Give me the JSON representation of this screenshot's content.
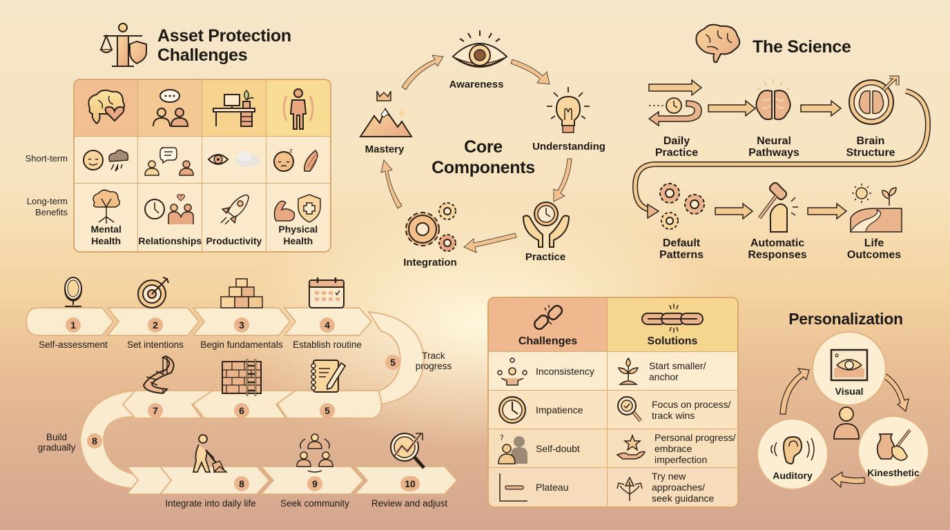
{
  "asset_protection": {
    "title_line1": "Asset Protection",
    "title_line2": "Challenges",
    "title_icon": "balance-shield-person-icon",
    "row_labels": {
      "short_term": "Short-term",
      "long_term_1": "Long-term",
      "long_term_2": "Benefits"
    },
    "columns": [
      {
        "header_icon": "brain-heart-icon",
        "short_term_icons": [
          "calm-face-icon",
          "storm-cloud-icon"
        ],
        "long_term_icon": "tree-roots-icon",
        "label_line1": "Mental",
        "label_line2": "Health"
      },
      {
        "header_icon": "two-people-thought-bubble-icon",
        "short_term_icons": [
          "people-chat-icon"
        ],
        "long_term_icon": "clock-couple-icon",
        "label_line1": "Relationships",
        "label_line2": ""
      },
      {
        "header_icon": "desk-computer-icon",
        "short_term_icons": [
          "eye-icon",
          "fog-cloud-icon"
        ],
        "long_term_icon": "rocket-icon",
        "label_line1": "Productivity",
        "label_line2": ""
      },
      {
        "header_icon": "person-aura-icon",
        "short_term_icons": [
          "sleepy-face-icon",
          "muscle-fiber-icon"
        ],
        "long_term_icon": "arm-shield-icon",
        "label_line1": "Physical",
        "label_line2": "Health"
      }
    ]
  },
  "core_components": {
    "title_line1": "Core",
    "title_line2": "Components",
    "nodes": [
      {
        "label": "Awareness",
        "icon": "eye-icon"
      },
      {
        "label": "Understanding",
        "icon": "lightbulb-icon"
      },
      {
        "label": "Practice",
        "icon": "hands-clock-icon"
      },
      {
        "label": "Integration",
        "icon": "gears-icon"
      },
      {
        "label": "Mastery",
        "icon": "mountain-crown-icon"
      }
    ]
  },
  "science": {
    "title": "The Science",
    "title_icon": "brain-icon",
    "steps": [
      {
        "line1": "Daily",
        "line2": "Practice",
        "icon": "loop-clock-icon"
      },
      {
        "line1": "Neural",
        "line2": "Pathways",
        "icon": "brain-glow-icon"
      },
      {
        "line1": "Brain",
        "line2": "Structure",
        "icon": "brain-growth-icon"
      },
      {
        "line1": "Default",
        "line2": "Patterns",
        "icon": "gears-icon"
      },
      {
        "line1": "Automatic",
        "line2": "Responses",
        "icon": "reflex-hammer-icon"
      },
      {
        "line1": "Life",
        "line2": "Outcomes",
        "icon": "sun-path-plant-icon"
      }
    ]
  },
  "roadmap": {
    "top_row": [
      {
        "num": "1",
        "label": "Self-assessment",
        "icon": "mirror-icon"
      },
      {
        "num": "2",
        "label": "Set intentions",
        "icon": "target-icon"
      },
      {
        "num": "3",
        "label": "Begin fundamentals",
        "icon": "blocks-icon"
      },
      {
        "num": "4",
        "label": "Establish routine",
        "icon": "calendar-icon"
      }
    ],
    "curve_right": {
      "num": "5",
      "line1": "Track",
      "line2": "progress"
    },
    "middle_row": [
      {
        "num": "5",
        "icon": "notebook-pencil-icon"
      },
      {
        "num": "6",
        "icon": "brick-wall-ladder-icon"
      },
      {
        "num": "7",
        "icon": "spiral-stairs-icon"
      }
    ],
    "curve_left": {
      "num": "8",
      "line1": "Build",
      "line2": "gradually"
    },
    "bottom_row": [
      {
        "num": "8",
        "label": "Integrate into daily life",
        "icon": "person-shovel-icon"
      },
      {
        "num": "9",
        "label": "Seek community",
        "icon": "community-circle-icon"
      },
      {
        "num": "10",
        "label": "Review and adjust",
        "icon": "magnifier-chart-icon"
      }
    ]
  },
  "challenges_solutions": {
    "headers": {
      "challenges": "Challenges",
      "solutions": "Solutions"
    },
    "header_icons": {
      "challenges": "broken-chain-icon",
      "solutions": "connected-chain-icon"
    },
    "rows": [
      {
        "challenge": "Inconsistency",
        "challenge_icon": "juggling-person-icon",
        "solution_line1": "Start smaller/",
        "solution_line2": "anchor",
        "solution_icon": "sprout-icon"
      },
      {
        "challenge": "Impatience",
        "challenge_icon": "clock-icon",
        "solution_line1": "Focus on process/",
        "solution_line2": "track wins",
        "solution_icon": "magnifier-check-icon"
      },
      {
        "challenge": "Self-doubt",
        "challenge_icon": "person-shadow-question-icon",
        "solution_line1": "Personal progress/",
        "solution_line2": "embrace imperfection",
        "solution_icon": "hand-star-icon"
      },
      {
        "challenge": "Plateau",
        "challenge_icon": "flat-line-chart-icon",
        "solution_line1": "Try new approaches/",
        "solution_line2": "seek guidance",
        "solution_icon": "branching-arrows-icon"
      }
    ]
  },
  "personalization": {
    "title": "Personalization",
    "styles": [
      {
        "label": "Visual",
        "icon": "framed-eye-icon"
      },
      {
        "label": "Kinesthetic",
        "icon": "pottery-hand-icon"
      },
      {
        "label": "Auditory",
        "icon": "ear-sound-icon"
      }
    ],
    "center_icon": "person-icon"
  },
  "colors": {
    "accent_peach": "#eab58c",
    "accent_gold": "#f6d48f",
    "stroke": "#2b2118",
    "arrow_fill": "#f2c08e",
    "border": "#d9a86e"
  }
}
